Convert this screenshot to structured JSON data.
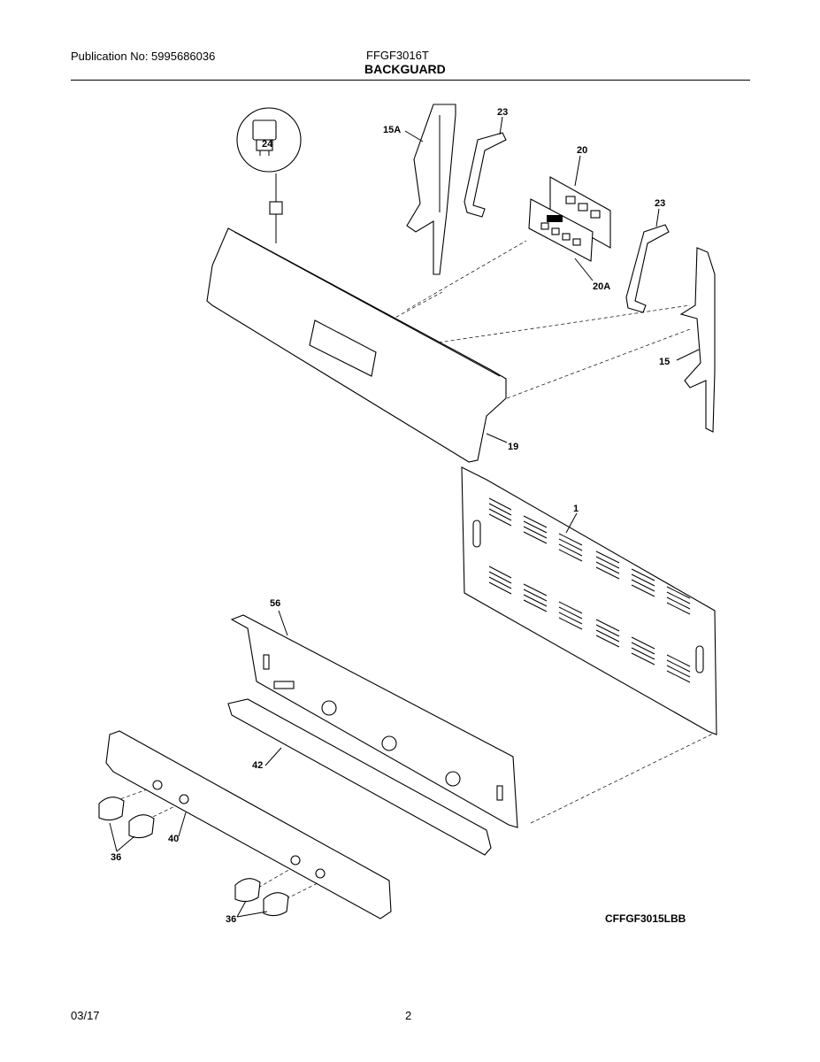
{
  "header": {
    "publication": "Publication No: 5995686036",
    "model": "FFGF3016T",
    "section_title": "BACKGUARD"
  },
  "diagram": {
    "code": "CFFGF3015LBB",
    "part_labels": {
      "p1": "1",
      "p15": "15",
      "p15a": "15A",
      "p19": "19",
      "p20": "20",
      "p20a": "20A",
      "p23a": "23",
      "p23b": "23",
      "p24": "24",
      "p36a": "36",
      "p36b": "36",
      "p40": "40",
      "p42": "42",
      "p56": "56"
    }
  },
  "footer": {
    "date": "03/17",
    "page_number": "2"
  }
}
